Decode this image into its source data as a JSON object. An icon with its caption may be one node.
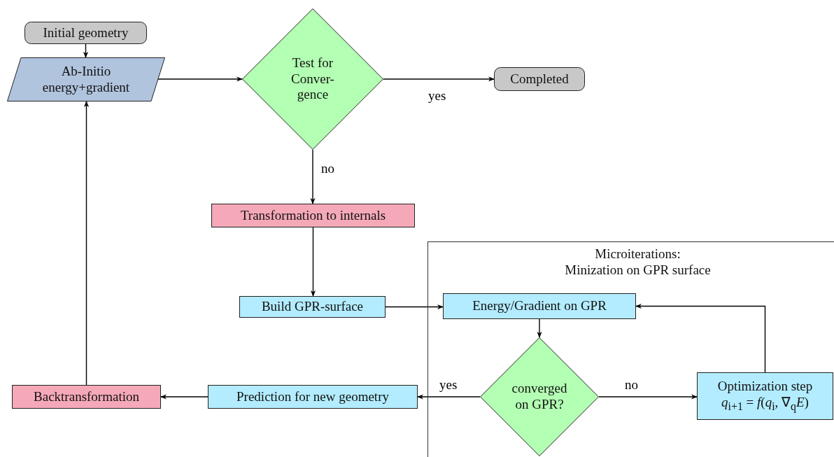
{
  "diagram": {
    "nodes": [
      {
        "text": [
          "Initial geometry"
        ]
      },
      {
        "text": [
          "Ab-Initio energy+gradient"
        ]
      },
      {
        "text": [
          "Test for Conver- gence"
        ]
      },
      {
        "text": [
          "Completed"
        ]
      },
      {
        "text": [
          "Transformation to internals"
        ]
      },
      {
        "text": [
          "Microiterations:",
          "Minization on GPR surface"
        ]
      },
      {
        "text": [
          "Build GPR-surface"
        ]
      },
      {
        "text": [
          "Energy/Gradient on GPR"
        ],
        "in": 5
      },
      {
        "text": [
          "converged on GPR?"
        ],
        "in": 5
      },
      {
        "text": [
          "Optimization step",
          "*q*$_{i+1}$ = *f*(*q*$_{i}$, ∇$_{q}$*E*)"
        ],
        "in": 5
      },
      {
        "text": [
          "Prediction for new geometry"
        ]
      },
      {
        "text": [
          "Backtransformation"
        ]
      }
    ],
    "edges": [
      {
        "from": 0,
        "to": 1,
        "arrow": "to"
      },
      {
        "from": 1,
        "to": 2,
        "arrow": "to"
      },
      {
        "from": 2,
        "to": 3,
        "arrow": "to",
        "label": "yes"
      },
      {
        "from": 2,
        "to": 4,
        "arrow": "to",
        "label": "no"
      },
      {
        "from": 4,
        "to": 6,
        "arrow": "to"
      },
      {
        "from": 6,
        "to": 7,
        "arrow": "to"
      },
      {
        "from": 7,
        "to": 8,
        "arrow": "to"
      },
      {
        "from": 8,
        "to": 9,
        "arrow": "to",
        "label": "no"
      },
      {
        "from": 9,
        "to": 7,
        "arrow": "to"
      },
      {
        "from": 8,
        "to": 10,
        "arrow": "to",
        "label": "yes"
      },
      {
        "from": 10,
        "to": 11,
        "arrow": "to"
      },
      {
        "from": 11,
        "to": 1,
        "arrow": "to"
      }
    ]
  }
}
